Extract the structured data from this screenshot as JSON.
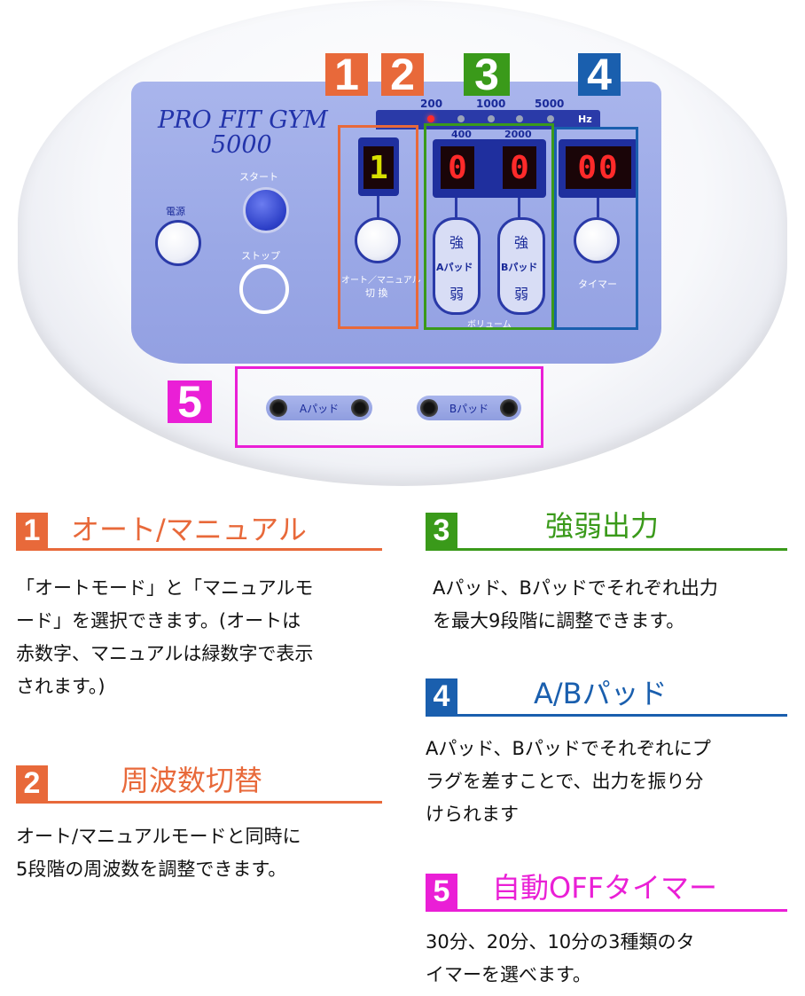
{
  "device": {
    "brand_line1": "PRO FIT GYM",
    "brand_line2": "5000",
    "freq_labels_top": [
      "200",
      "1000",
      "5000"
    ],
    "freq_labels_bottom": [
      "400",
      "2000"
    ],
    "freq_unit": "Hz",
    "active_freq_index": 0,
    "power_label": "電源",
    "start_label": "スタート",
    "stop_label": "ストップ",
    "mode_display": "1",
    "mode_label_1": "オート／マニュアル",
    "mode_label_2": "切 換",
    "pad_a_display": "0",
    "pad_b_display": "0",
    "strong_label": "強",
    "weak_label": "弱",
    "pad_a_label": "Aパッド",
    "pad_b_label": "Bパッド",
    "volume_label": "ボリューム",
    "timer_display": "00",
    "timer_label": "タイマー",
    "jack_a_label": "Aパッド",
    "jack_b_label": "Bパッド"
  },
  "callouts": [
    "1",
    "2",
    "3",
    "4",
    "5"
  ],
  "colors": {
    "c1": "#e8693a",
    "c2": "#e8693a",
    "c3": "#3a9a1a",
    "c4": "#1a5fae",
    "c5": "#ea1fd6"
  },
  "sections": [
    {
      "num": "1",
      "title": "オート/マニュアル",
      "text": "「オートモード」と「マニュアルモ\nード」を選択できます。(オートは\n赤数字、マニュアルは緑数字で表示\nされます。)"
    },
    {
      "num": "2",
      "title": "周波数切替",
      "text": "オート/マニュアルモードと同時に\n5段階の周波数を調整できます。"
    },
    {
      "num": "3",
      "title": "強弱出力",
      "text": "Aパッド、Bパッドでそれぞれ出力\nを最大9段階に調整できます。"
    },
    {
      "num": "4",
      "title": "A/Bパッド",
      "text": "Aパッド、Bパッドでそれぞれにプ\nラグを差すことで、出力を振り分\nけられます"
    },
    {
      "num": "5",
      "title": "自動OFFタイマー",
      "text": "30分、20分、10分の3種類のタ\nイマーを選べます。"
    }
  ]
}
